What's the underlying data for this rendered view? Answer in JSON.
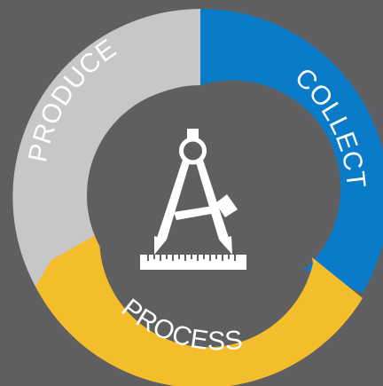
{
  "colors": {
    "background": "#5f5f61",
    "collect": "#0a7bc9",
    "process": "#f4bd2c",
    "produce": "#c6c7c9",
    "center": "#5f5f61",
    "icon": "#ffffff"
  },
  "cycle": {
    "segments": [
      {
        "id": "collect",
        "label": "COLLECT"
      },
      {
        "id": "process",
        "label": "PROCESS"
      },
      {
        "id": "produce",
        "label": "PRODUCE"
      }
    ],
    "center_icon": "compass-ruler-icon"
  }
}
